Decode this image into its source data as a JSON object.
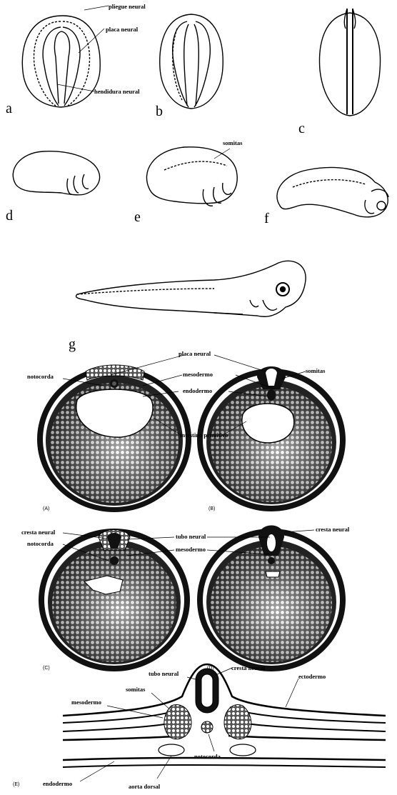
{
  "figure_top": {
    "panel_letters": [
      "a",
      "b",
      "c",
      "d",
      "e",
      "f",
      "g"
    ],
    "labels": {
      "pliegue_neural": "pliegue neural",
      "placa_neural": "placa neural",
      "hendidura_neural": "hendidura neural",
      "somitas": "somitas"
    }
  },
  "figure_sections": {
    "captions": [
      "(A)",
      "(B)",
      "(C)",
      "(D)",
      "(E)"
    ],
    "labels": {
      "placa_neural": "placa neural",
      "notocorda": "notocorda",
      "mesodermo": "mesodermo",
      "somitas": "somitas",
      "endodermo": "endodermo",
      "intestino_primitivo": "intestino primitivo",
      "cresta_neural": "cresta neural",
      "tubo_neural": "tubo neural",
      "ectodermo": "ectodermo",
      "aorta_dorsal": "aorta dorsal"
    }
  }
}
